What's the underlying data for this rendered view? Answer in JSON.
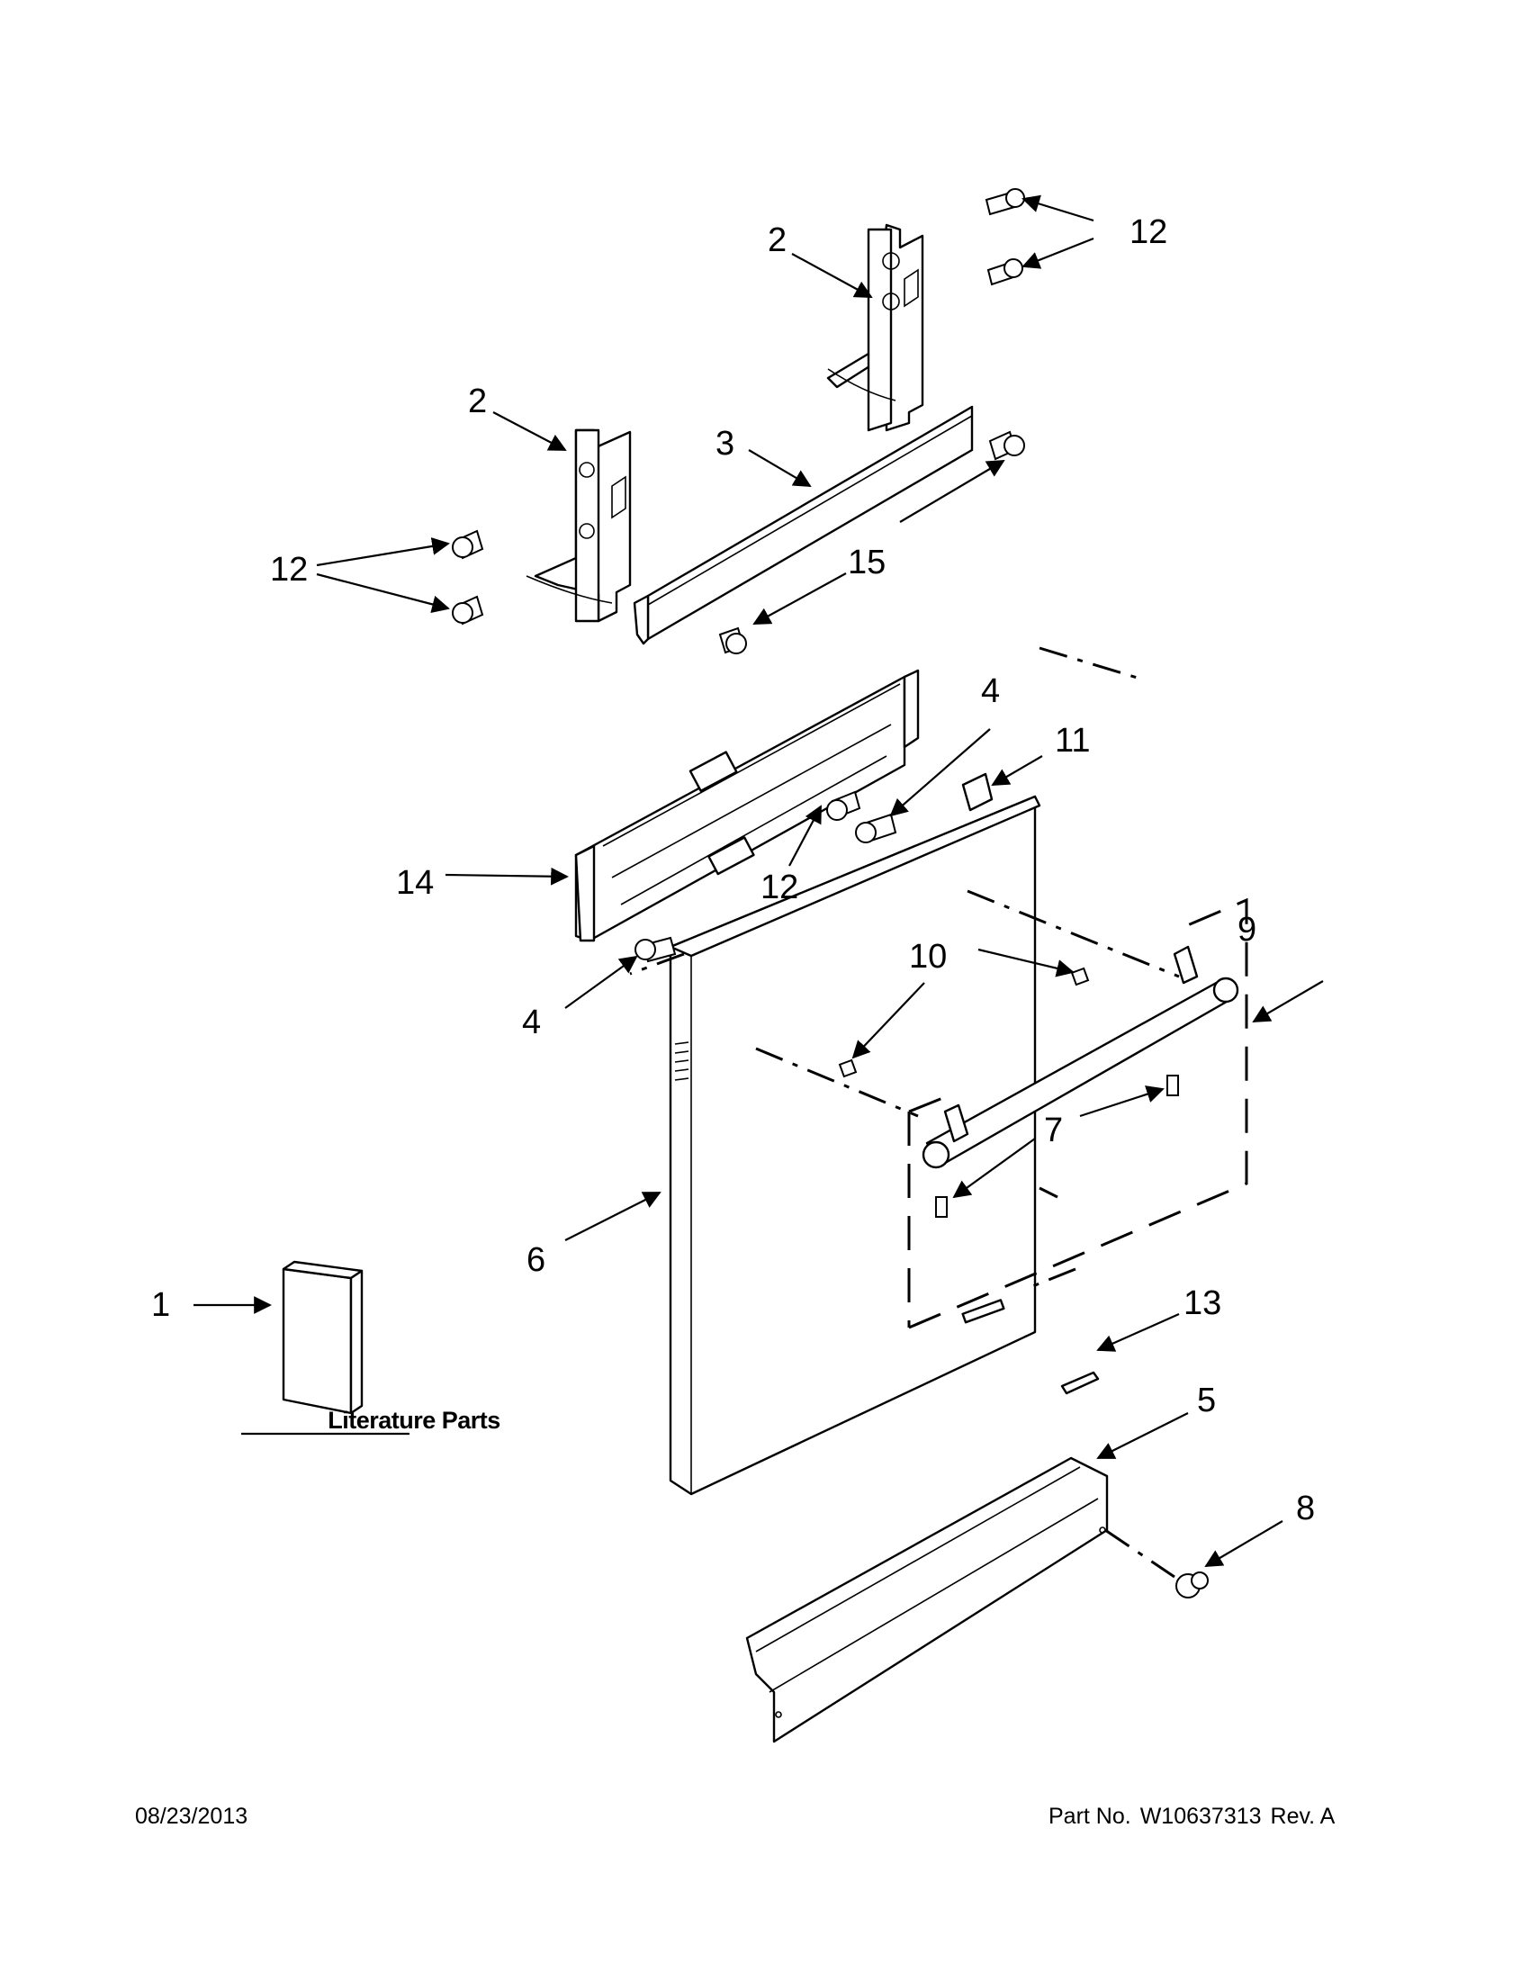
{
  "callouts": {
    "c1": "1",
    "c2a": "2",
    "c2b": "2",
    "c3": "3",
    "c4a": "4",
    "c4b": "4",
    "c5": "5",
    "c6": "6",
    "c7": "7",
    "c8": "8",
    "c9": "9",
    "c10": "10",
    "c11": "11",
    "c12a": "12",
    "c12b": "12",
    "c12c": "12",
    "c13": "13",
    "c14": "14",
    "c15": "15"
  },
  "literature_label": "Literature Parts",
  "footer": {
    "date": "08/23/2013",
    "part_prefix": "Part No.",
    "part_number": "W10637313",
    "revision": "Rev.  A"
  }
}
